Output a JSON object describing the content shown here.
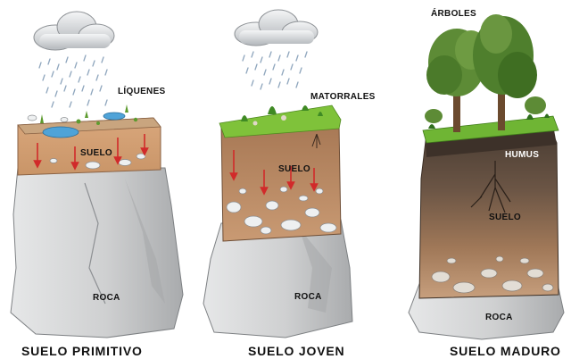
{
  "panels": [
    {
      "title": "SUELO PRIMITIVO",
      "plant_label": "LÍQUENES",
      "soil_label": "SUELO",
      "rock_label": "ROCA"
    },
    {
      "title": "SUELO JOVEN",
      "plant_label": "MATORRALES",
      "soil_label": "SUELO",
      "rock_label": "ROCA"
    },
    {
      "title": "SUELO MADURO",
      "plant_label": "ÁRBOLES",
      "humus_label": "HUMUS",
      "soil_label": "SUELO",
      "rock_label": "ROCA"
    }
  ],
  "colors": {
    "rock": "#c9cacb",
    "young_soil": "#b5825a",
    "mature_soil_top": "#5b4a3c",
    "grass": "#7fc23a",
    "rain": "#8fa6bd",
    "arrow": "#d12a2a"
  }
}
